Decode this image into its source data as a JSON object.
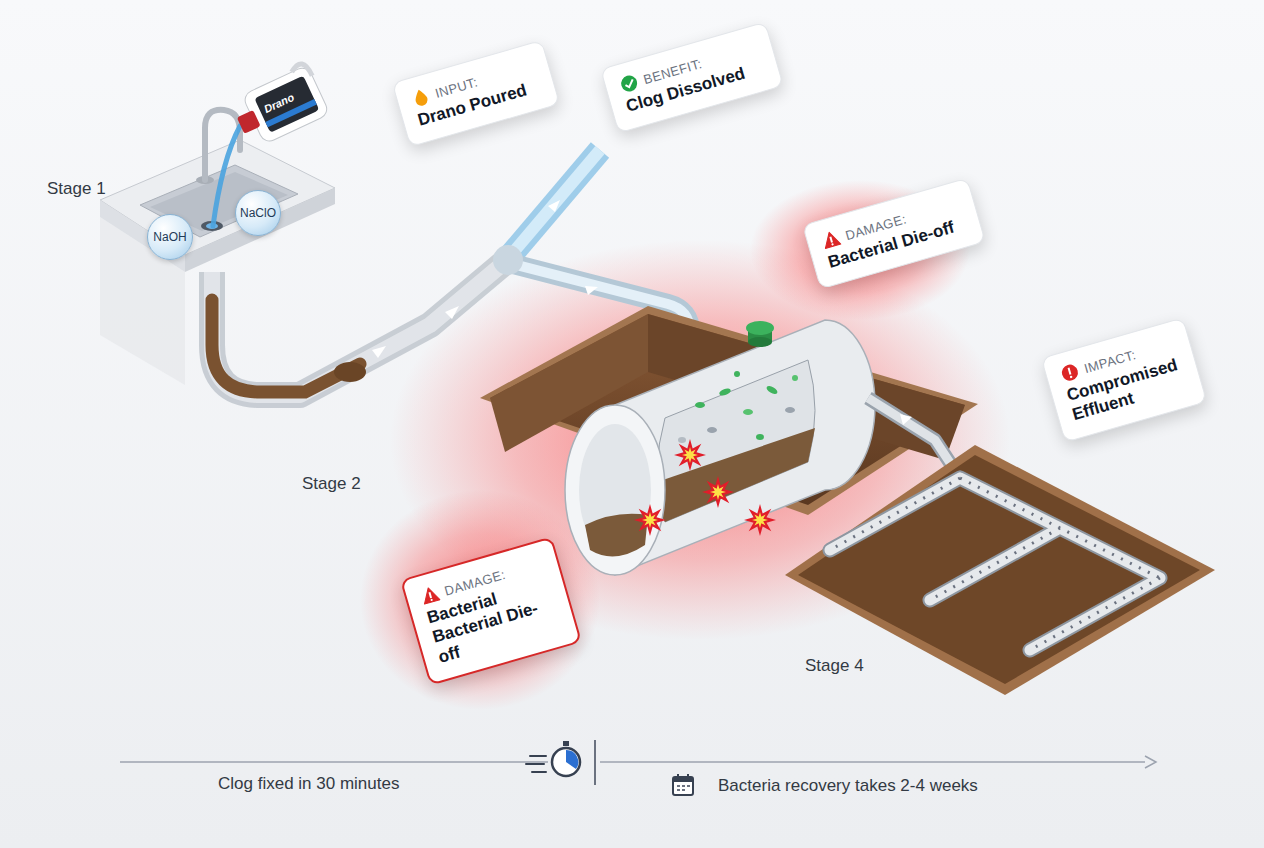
{
  "diagram": {
    "nodes": [
      {
        "text": [
          "INPUT:",
          "Drano Poured"
        ]
      },
      {
        "text": [
          "NaOH"
        ]
      },
      {
        "text": [
          "NaClO"
        ]
      },
      {
        "text": [
          "BENEFIT:",
          "Clog Dissolved"
        ]
      },
      {
        "text": [
          "DAMAGE:",
          "Bacterial Die-off"
        ]
      },
      {
        "text": [
          "IMPACT:",
          "Compromised Effluent"
        ]
      },
      {
        "text": [
          "DAMAGE:",
          "Bacterial Bacterial Die-off"
        ]
      }
    ],
    "labels": [
      "Drano",
      "Stage 1",
      "Stage 2",
      "Stage 4",
      "Clog fixed in 30 minutes",
      "Bacteria recovery takes 2-4 weeks"
    ]
  }
}
